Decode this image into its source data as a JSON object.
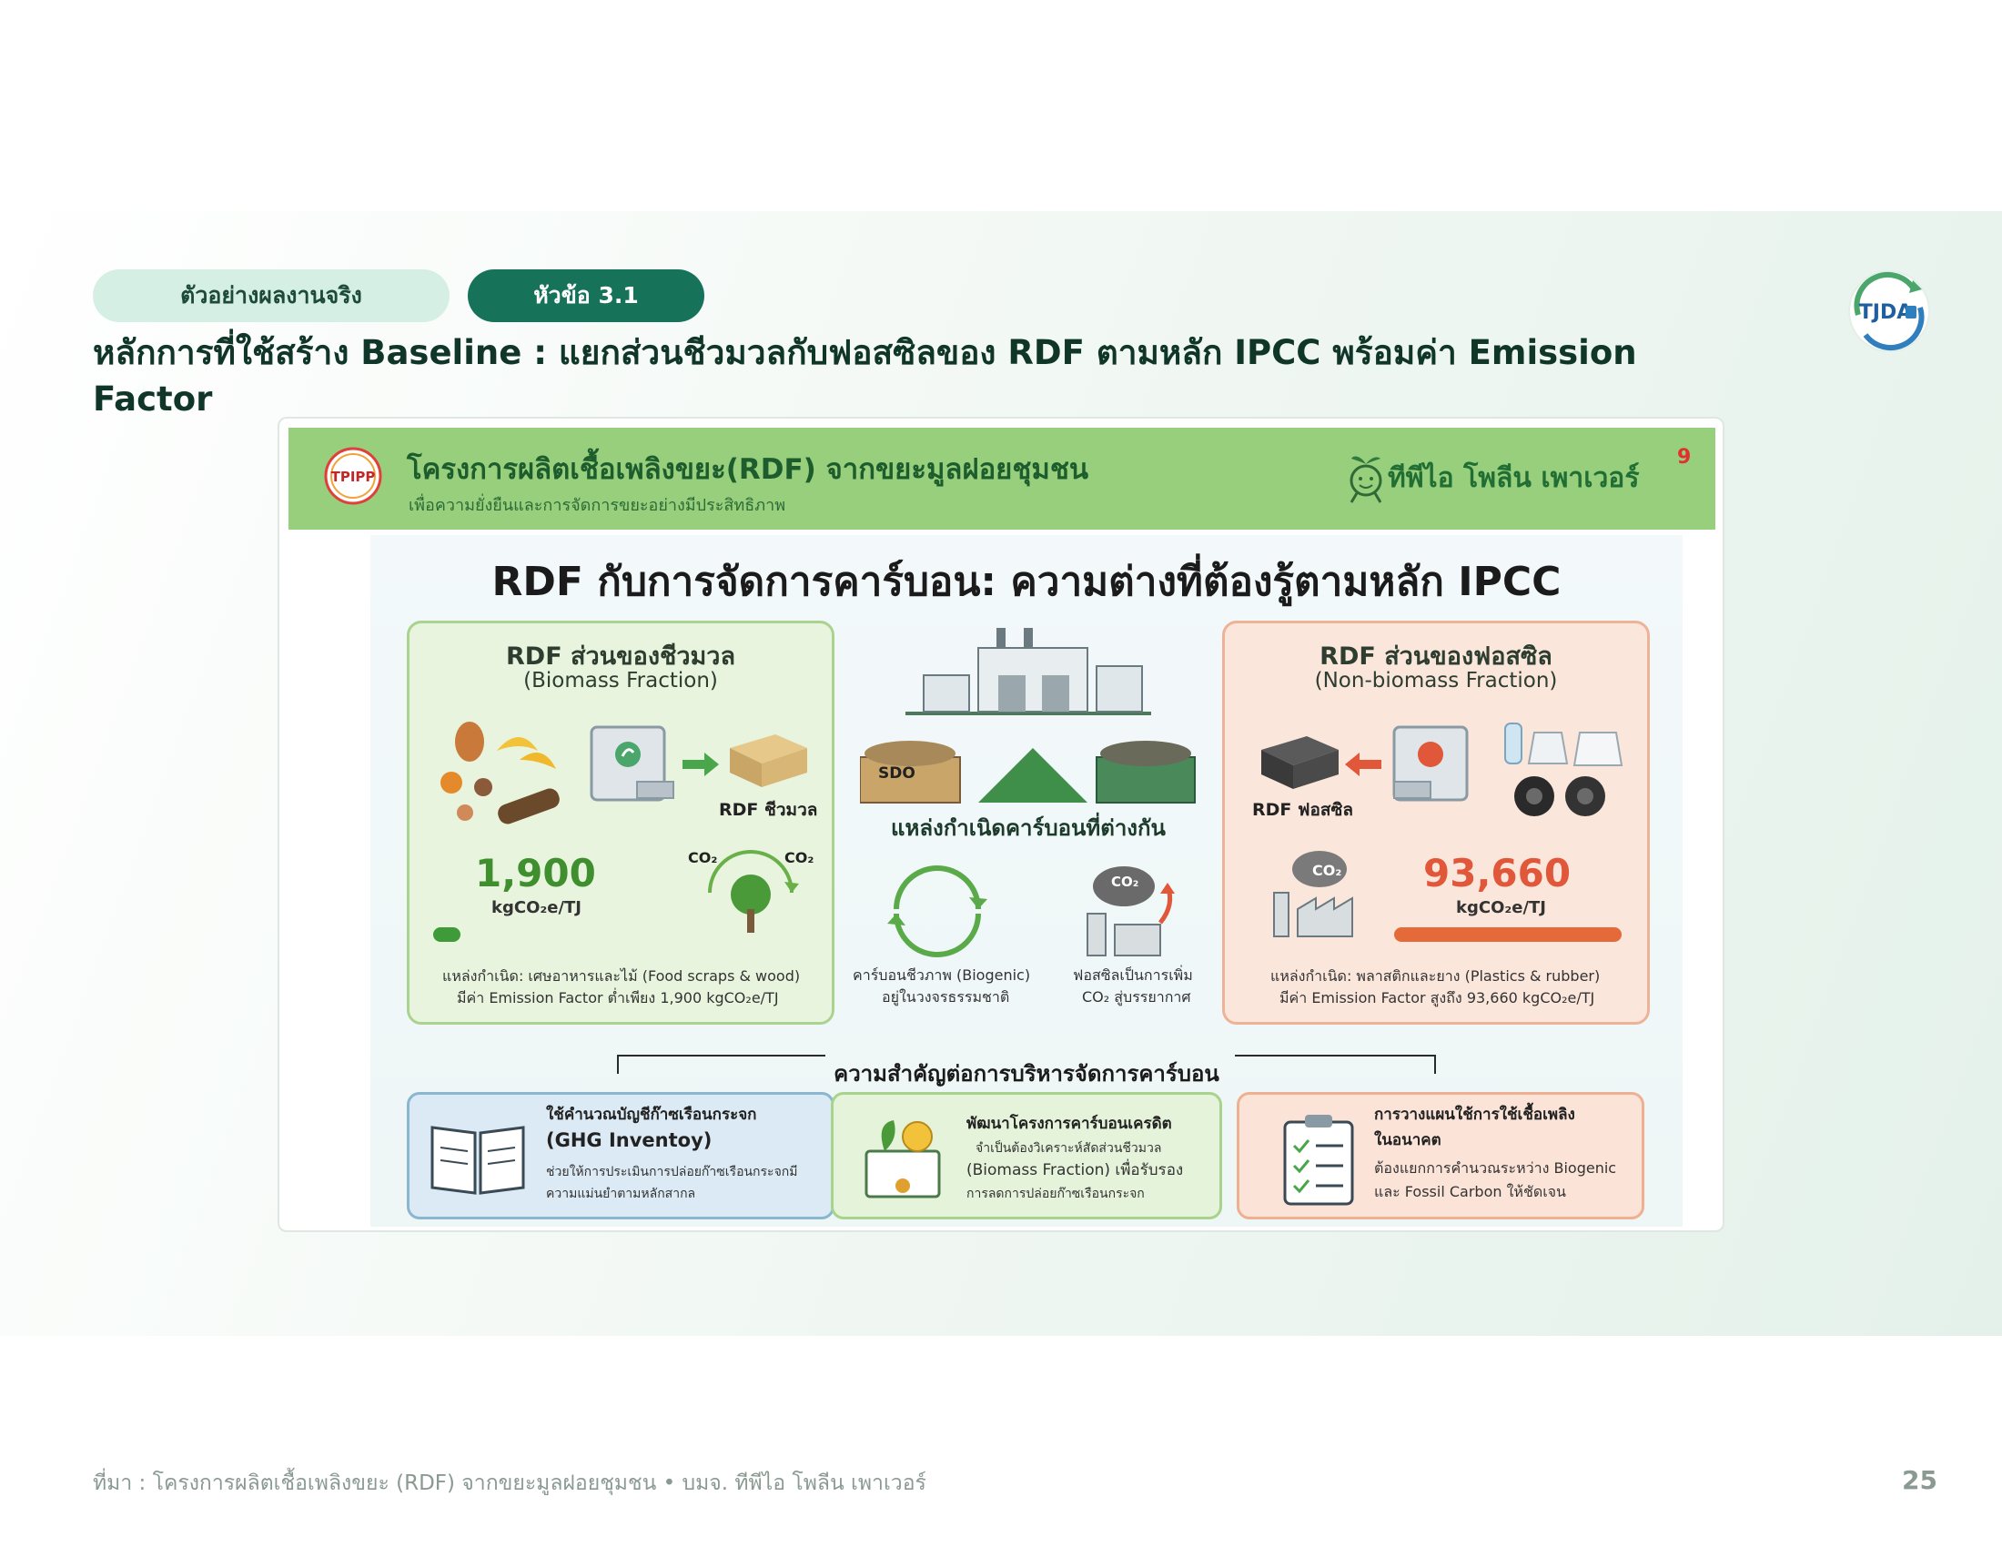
{
  "header": {
    "tag_sample": "ตัวอย่างผลงานจริง",
    "tag_topic": "หัวข้อ 3.1",
    "title": "หลักการที่ใช้สร้าง Baseline : แยกส่วนชีวมวลกับฟอสซิลของ RDF ตามหลัก IPCC พร้อมค่า Emission Factor",
    "logo_text": "TJDA"
  },
  "banner": {
    "logo_text": "TPIPP",
    "title": "โครงการผลิตเชื้อเพลิงขยะ(RDF) จากขยะมูลฝอยชุมชน",
    "subtitle": "เพื่อความยั่งยืนและการจัดการขยะอย่างมีประสิทธิภาพ",
    "brand": "ทีพีไอ โพลีน เพาเวอร์",
    "brand_sup": "9"
  },
  "infographic": {
    "title": "RDF กับการจัดการคาร์บอน: ความต่างที่ต้องรู้ตามหลัก IPCC",
    "biomass": {
      "heading": "RDF ส่วนของชีวมวล",
      "subheading": "(Biomass Fraction)",
      "product_label": "RDF ชีวมวล",
      "value": "1,900",
      "unit": "kgCO₂e/TJ",
      "co2_a": "CO₂",
      "co2_b": "CO₂",
      "source_line": "แหล่งกำเนิด: เศษอาหารและไม้ (Food scraps & wood)",
      "ef_line": "มีค่า Emission Factor ต่ำเพียง 1,900 kgCO₂e/TJ"
    },
    "center": {
      "sdo_label": "SDO",
      "title": "แหล่งกำเนิดคาร์บอนที่ต่างกัน",
      "biogenic_1": "คาร์บอนชีวภาพ (Biogenic)",
      "biogenic_2": "อยู่ในวงจรธรรมชาติ",
      "fossil_1": "ฟอสซิลเป็นการเพิ่ม",
      "fossil_2": "CO₂ สู่บรรยากาศ",
      "co2": "CO₂"
    },
    "fossil": {
      "heading": "RDF ส่วนของฟอสซิล",
      "subheading": "(Non-biomass Fraction)",
      "product_label": "RDF ฟอสซิล",
      "value": "93,660",
      "unit": "kgCO₂e/TJ",
      "co2": "CO₂",
      "source_line": "แหล่งกำเนิด: พลาสติกและยาง (Plastics & rubber)",
      "ef_line": "มีค่า Emission Factor สูงถึง 93,660 kgCO₂e/TJ"
    },
    "importance": {
      "title": "ความสำคัญต่อการบริหารจัดการคาร์บอน",
      "items": [
        {
          "line1": "ใช้คำนวณบัญชีก๊าซเรือนกระจก",
          "line2": "(GHG Inventoy)",
          "line3": "ช่วยให้การประเมินการปล่อยก๊าซเรือนกระจกมี",
          "line4": "ความแม่นยำตามหลักสากล"
        },
        {
          "line1": "พัฒนาโครงการคาร์บอนเครดิต",
          "line2": "จำเป็นต้องวิเคราะห์สัดส่วนชีวมวล",
          "line3": "(Biomass Fraction) เพื่อรับรอง",
          "line4": "การลดการปล่อยก๊าซเรือนกระจก"
        },
        {
          "line1": "การวางแผนใช้การใช้เชื้อเพลิง",
          "line2": "ในอนาคต",
          "line3": "ต้องแยกการคำนวณระหว่าง Biogenic",
          "line4": "และ Fossil Carbon ให้ชัดเจน"
        }
      ]
    }
  },
  "footer": {
    "source": "ที่มา : โครงการผลิตเชื้อเพลิงขยะ (RDF) จากขยะมูลฝอยชุมชน  •  บมจ. ทีพีไอ โพลีน เพาเวอร์",
    "page": "25"
  },
  "colors": {
    "accent": "#16735a",
    "banner": "#97cf7c",
    "biomass_value": "#3f8f2f",
    "fossil_value": "#e0573a"
  }
}
